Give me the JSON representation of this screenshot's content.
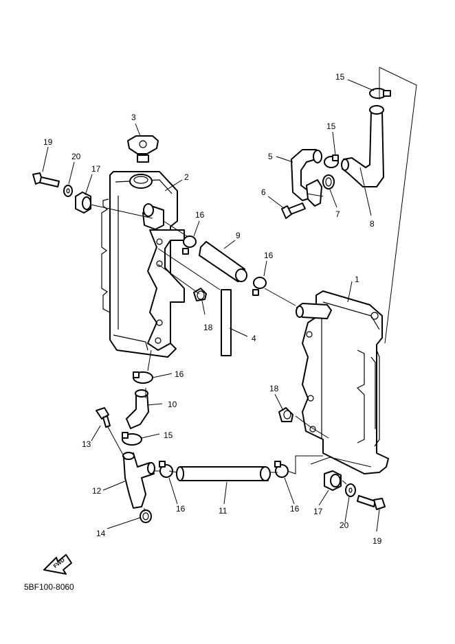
{
  "diagram_code": "5BF100-8060",
  "fwd_label": "FWD",
  "callouts": {
    "c1": "1",
    "c2": "2",
    "c3": "3",
    "c4": "4",
    "c5": "5",
    "c6": "6",
    "c7": "7",
    "c8": "8",
    "c9": "9",
    "c10": "10",
    "c11": "11",
    "c12": "12",
    "c13": "13",
    "c14": "14",
    "c15a": "15",
    "c15b": "15",
    "c15c": "15",
    "c16a": "16",
    "c16b": "16",
    "c16c": "16",
    "c16d": "16",
    "c16e": "16",
    "c17a": "17",
    "c17b": "17",
    "c18a": "18",
    "c18b": "18",
    "c19a": "19",
    "c19b": "19",
    "c20a": "20",
    "c20b": "20"
  }
}
